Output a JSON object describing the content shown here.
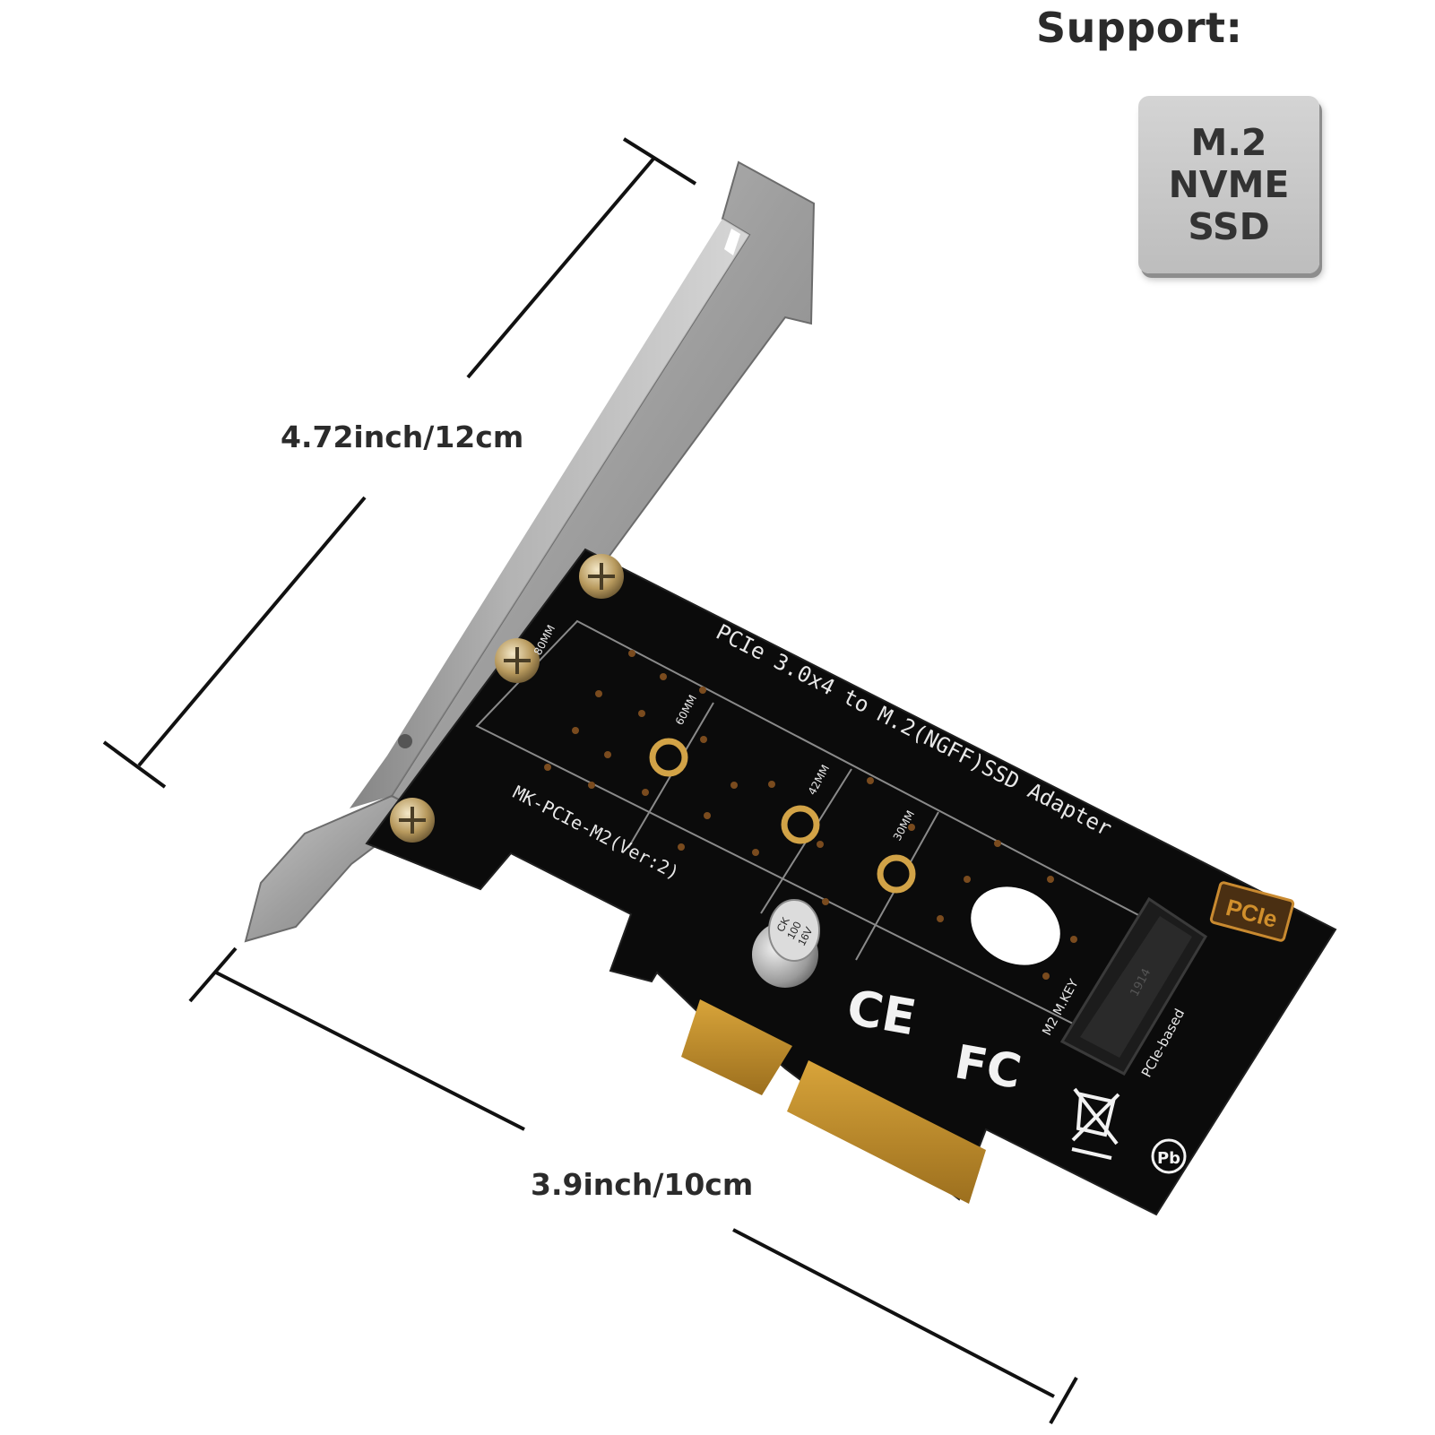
{
  "support": {
    "title": "Support:",
    "badge_lines": [
      "M.2",
      "NVME",
      "SSD"
    ]
  },
  "dimensions": {
    "height_label": "4.72inch/12cm",
    "width_label": "3.9inch/10cm"
  },
  "board": {
    "title_text": "PCIe 3.0x4 to M.2(NGFF)SSD Adapter",
    "model_text": "MK-PCIe-M2(Ver:2)",
    "lengths": [
      "80MM",
      "60MM",
      "42MM",
      "30MM"
    ],
    "key_label": "M2 M.KEY",
    "based_label": "PCIe-based",
    "pcie_logo": "PCIe",
    "capacitor_text": [
      "CK",
      "100",
      "16V"
    ],
    "ce_mark": "CE",
    "fc_mark": "FC",
    "pb_mark": "Pb",
    "slot_code": "1914"
  },
  "colors": {
    "pcb": "#0b0b0b",
    "bracket": "#a9a9a9",
    "gold": "#c9962c",
    "silkscreen": "#e8e8e8"
  }
}
